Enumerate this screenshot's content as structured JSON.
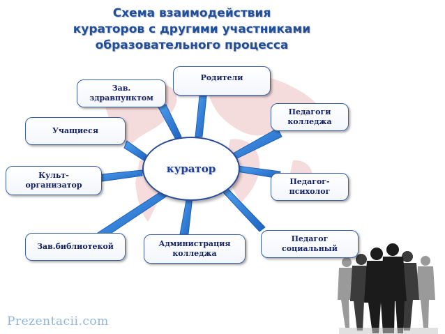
{
  "title": {
    "line1": "Схема взаимодействия",
    "line2": "кураторов с другими участниками",
    "line3": "образовательного процесса"
  },
  "center": {
    "label": "куратор"
  },
  "nodes": {
    "parents": {
      "line1": "Родители"
    },
    "health": {
      "line1": "Зав.",
      "line2": "здравпунктом"
    },
    "teachers": {
      "line1": "Педагоги",
      "line2": "колледжа"
    },
    "students": {
      "line1": "Учащиеся"
    },
    "culture": {
      "line1": "Культ-",
      "line2": "организатор"
    },
    "psychologist": {
      "line1": "Педагог-",
      "line2": "психолог"
    },
    "social": {
      "line1": "Педагог",
      "line2": "социальный"
    },
    "admin": {
      "line1": "Администрация",
      "line2": "колледжа"
    },
    "library": {
      "line1": "Зав.библиотекой"
    }
  },
  "logo": {
    "text": "Prezentacii.com"
  },
  "colors": {
    "arrow_fill": "#2d7ed6",
    "arrow_stroke": "#1f5fb3",
    "node_border": "#3b5fa8",
    "title": "#1f4e9a",
    "text": "#14206a",
    "map": "#f4d6d6",
    "logo": "#8fb7de"
  }
}
